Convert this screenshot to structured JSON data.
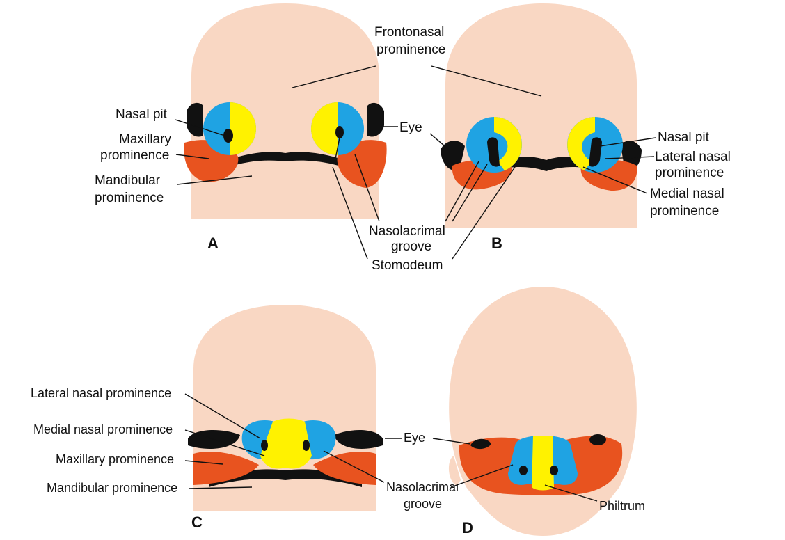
{
  "colors": {
    "skin": "#f9d7c3",
    "blue": "#1fa3e3",
    "yellow": "#fff200",
    "orange": "#e8531f",
    "black": "#111111"
  },
  "panels": {
    "A": {
      "letter": "A",
      "labels": {
        "nasal_pit": "Nasal pit",
        "maxillary_1": "Maxillary",
        "maxillary_2": "prominence",
        "mandibular_1": "Mandibular",
        "mandibular_2": "prominence"
      }
    },
    "B": {
      "letter": "B",
      "labels": {
        "nasal_pit": "Nasal pit",
        "lateral_1": "Lateral nasal",
        "lateral_2": "prominence",
        "medial_1": "Medial nasal",
        "medial_2": "prominence"
      }
    },
    "shared": {
      "frontonasal_1": "Frontonasal",
      "frontonasal_2": "prominence",
      "eye": "Eye",
      "nasolacrimal_1": "Nasolacrimal",
      "nasolacrimal_2": "groove",
      "stomodeum": "Stomodeum"
    },
    "C": {
      "letter": "C",
      "labels": {
        "lateral": "Lateral nasal prominence",
        "medial": "Medial nasal prominence",
        "maxillary": "Maxillary prominence",
        "mandibular": "Mandibular prominence",
        "eye": "Eye",
        "nasolacrimal_1": "Nasolacrimal",
        "nasolacrimal_2": "groove"
      }
    },
    "D": {
      "letter": "D",
      "labels": {
        "philtrum": "Philtrum"
      }
    }
  }
}
